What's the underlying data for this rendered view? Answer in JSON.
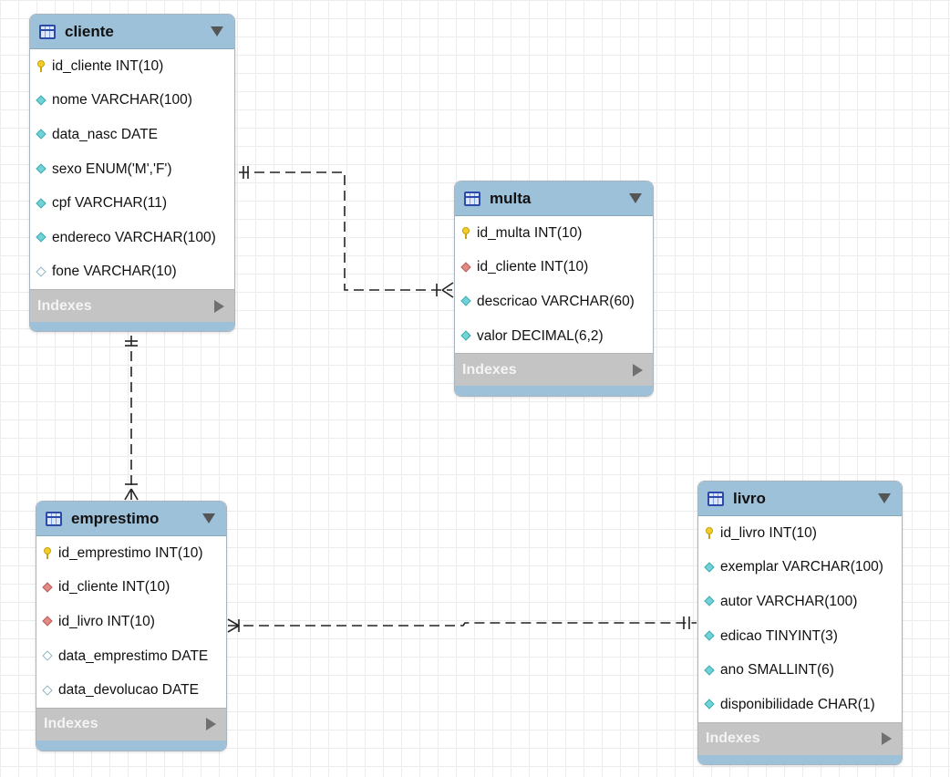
{
  "colors": {
    "header": "#9dc1d9",
    "indexes_bar": "#c4c4c4",
    "pk_key": "#f2cd2a",
    "not_null": "#6fd3d8",
    "foreign_key": "#e28a87"
  },
  "entities": {
    "cliente": {
      "name": "cliente",
      "columns": [
        {
          "label": "id_cliente INT(10)",
          "icon": "primary-key-icon"
        },
        {
          "label": "nome VARCHAR(100)",
          "icon": "not-null-column-icon"
        },
        {
          "label": "data_nasc DATE",
          "icon": "not-null-column-icon"
        },
        {
          "label": "sexo ENUM('M','F')",
          "icon": "not-null-column-icon"
        },
        {
          "label": "cpf VARCHAR(11)",
          "icon": "not-null-column-icon"
        },
        {
          "label": "endereco VARCHAR(100)",
          "icon": "not-null-column-icon"
        },
        {
          "label": "fone VARCHAR(10)",
          "icon": "nullable-column-icon"
        }
      ],
      "indexes_label": "Indexes"
    },
    "multa": {
      "name": "multa",
      "columns": [
        {
          "label": "id_multa INT(10)",
          "icon": "primary-key-icon"
        },
        {
          "label": "id_cliente INT(10)",
          "icon": "foreign-key-icon"
        },
        {
          "label": "descricao VARCHAR(60)",
          "icon": "not-null-column-icon"
        },
        {
          "label": "valor DECIMAL(6,2)",
          "icon": "not-null-column-icon"
        }
      ],
      "indexes_label": "Indexes"
    },
    "emprestimo": {
      "name": "emprestimo",
      "columns": [
        {
          "label": "id_emprestimo INT(10)",
          "icon": "primary-key-icon"
        },
        {
          "label": "id_cliente INT(10)",
          "icon": "foreign-key-icon"
        },
        {
          "label": "id_livro INT(10)",
          "icon": "foreign-key-icon"
        },
        {
          "label": "data_emprestimo DATE",
          "icon": "nullable-column-icon"
        },
        {
          "label": "data_devolucao DATE",
          "icon": "nullable-column-icon"
        }
      ],
      "indexes_label": "Indexes"
    },
    "livro": {
      "name": "livro",
      "columns": [
        {
          "label": "id_livro INT(10)",
          "icon": "primary-key-icon"
        },
        {
          "label": "exemplar VARCHAR(100)",
          "icon": "not-null-column-icon"
        },
        {
          "label": "autor VARCHAR(100)",
          "icon": "not-null-column-icon"
        },
        {
          "label": "edicao TINYINT(3)",
          "icon": "not-null-column-icon"
        },
        {
          "label": "ano SMALLINT(6)",
          "icon": "not-null-column-icon"
        },
        {
          "label": "disponibilidade CHAR(1)",
          "icon": "not-null-column-icon"
        }
      ],
      "indexes_label": "Indexes"
    }
  },
  "relationships": [
    {
      "from": "cliente",
      "to": "multa",
      "from_cardinality": "one",
      "to_cardinality": "one-or-many"
    },
    {
      "from": "cliente",
      "to": "emprestimo",
      "from_cardinality": "one",
      "to_cardinality": "one-or-many"
    },
    {
      "from": "livro",
      "to": "emprestimo",
      "from_cardinality": "one",
      "to_cardinality": "one-or-many"
    }
  ]
}
